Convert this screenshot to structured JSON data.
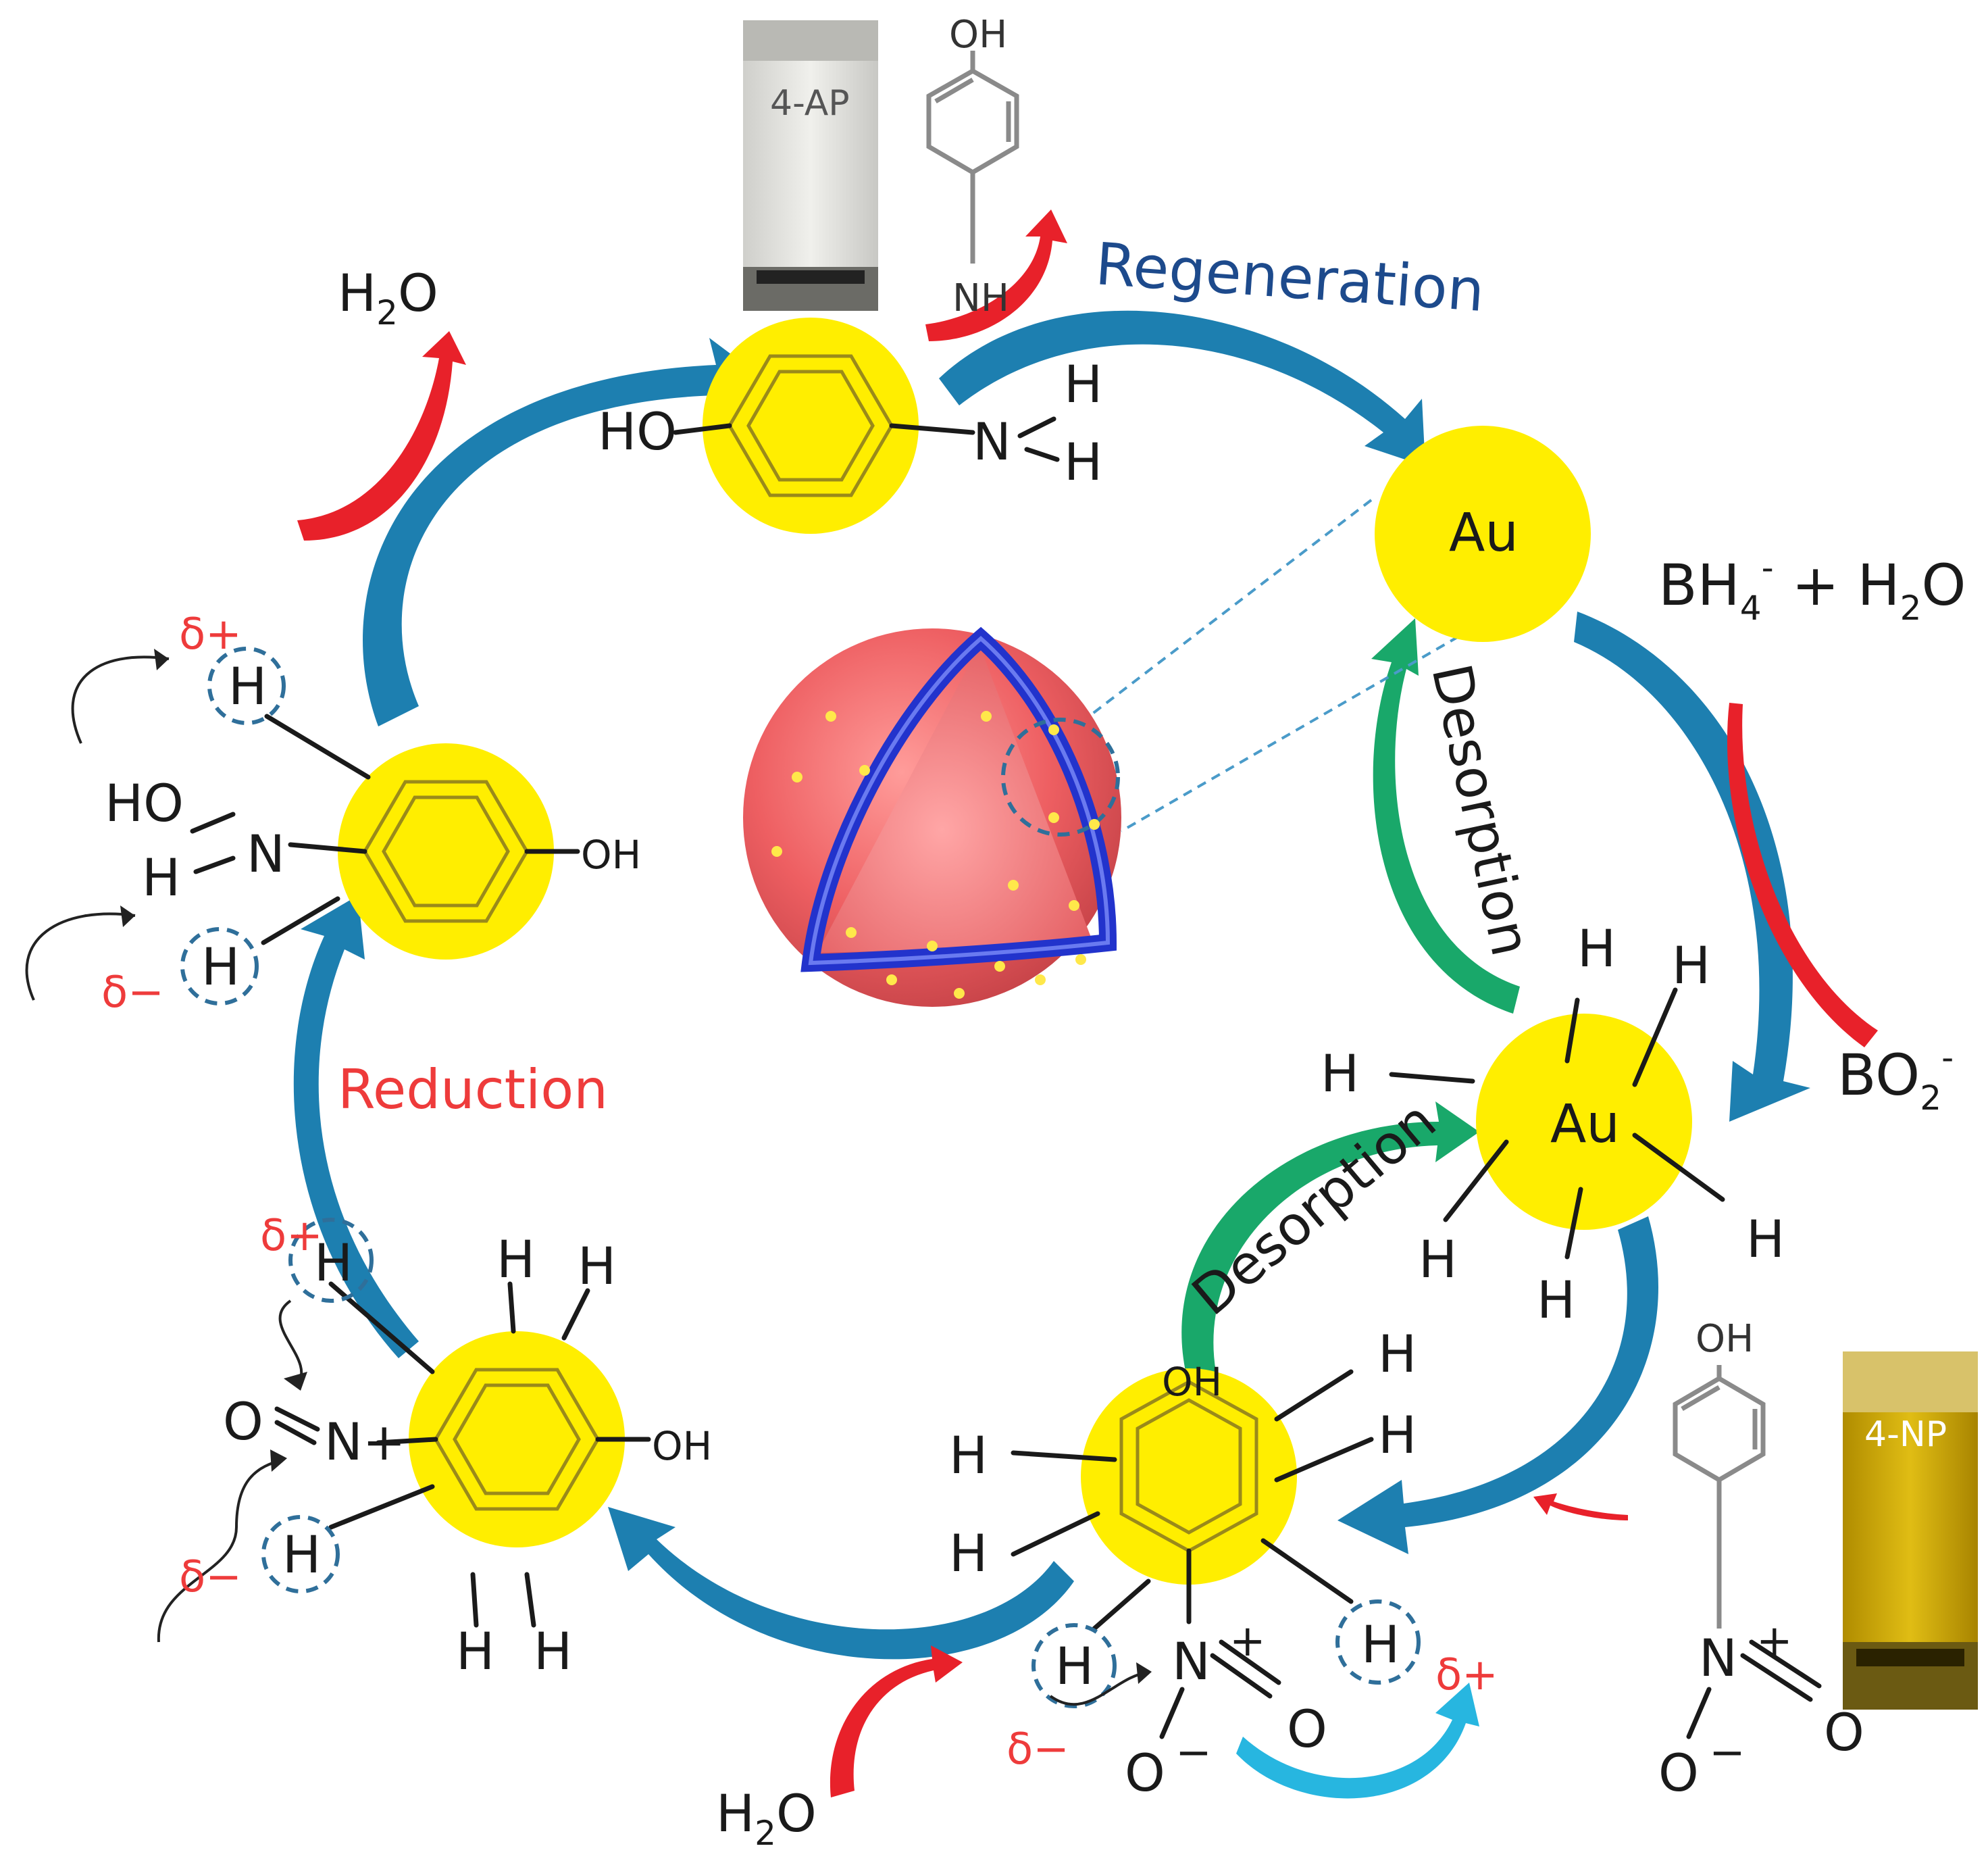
{
  "labels": {
    "regeneration": "Regeneration",
    "reduction": "Reduction",
    "desorption_top": "Desorption",
    "desorption_bottom": "Desorption",
    "au_top": "Au",
    "au_right": "Au",
    "bh4": "BH",
    "bh4_sub": "4",
    "bh4_sup": "-",
    "bh4_rest": " + H",
    "bh4_sub2": "2",
    "bh4_end": "O",
    "bo2": "BO",
    "bo2_sub": "2",
    "bo2_sup": "-",
    "water": "H",
    "water_sub": "2",
    "water_end": "O",
    "vial_top": "4-AP",
    "vial_bottom": "4-NP",
    "delta_plus": "δ+",
    "delta_minus": "δ−",
    "h": "H",
    "oh": "OH",
    "ho": "HO",
    "n": "N",
    "o": "O",
    "nh": "NH",
    "plus": "+",
    "minus": "−",
    "o_minus": "O",
    "nplus": "N+",
    "hoN": "HO"
  },
  "colors": {
    "blue_arrow": "#1d7fb0",
    "green_arrow": "#19a86a",
    "red_arrow": "#e8212a",
    "cyan_arrow": "#27b6e0",
    "yellow_node": "#ffee00",
    "sphere": "#f0686a",
    "shell": "#2233cc",
    "vial_np": "#c8a600",
    "vial_ap": "#e6e6e2"
  }
}
